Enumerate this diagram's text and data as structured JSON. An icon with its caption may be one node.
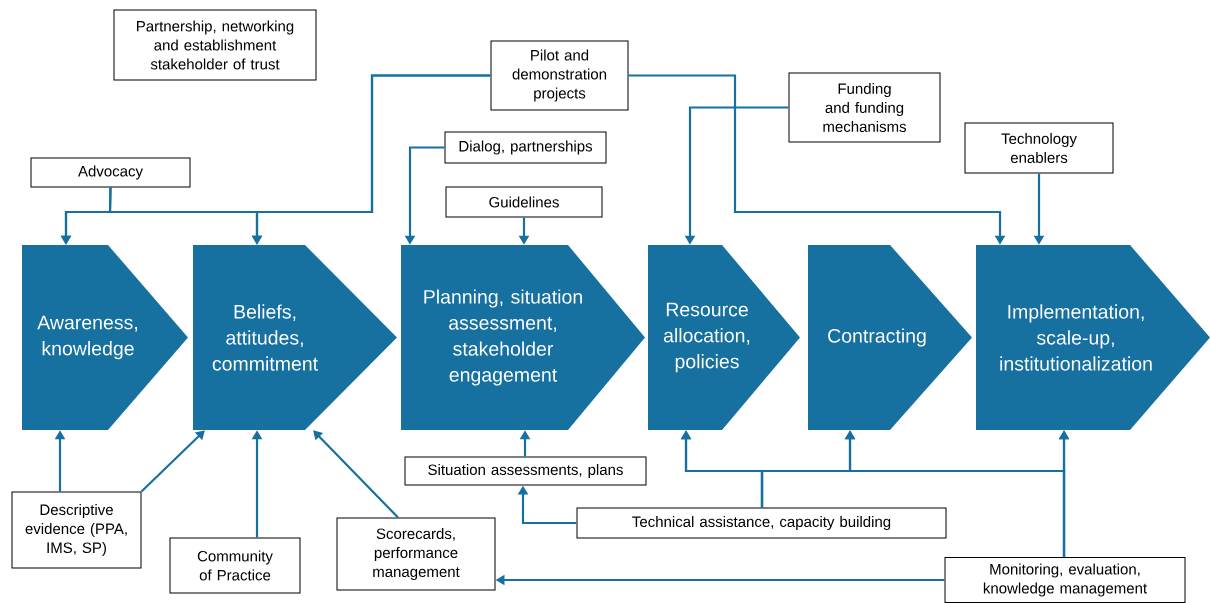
{
  "diagram": {
    "nodes": [
      {
        "text": [
          "Partnership, networking and establishment stakeholder of trust"
        ]
      },
      {
        "text": [
          "Pilot and demonstration projects"
        ]
      },
      {
        "text": [
          "Funding and funding mechanisms"
        ]
      },
      {
        "text": [
          "Dialog, partnerships"
        ]
      },
      {
        "text": [
          "Advocacy"
        ]
      },
      {
        "text": [
          "Technology enablers"
        ]
      },
      {
        "text": [
          "Guidelines"
        ]
      },
      {
        "text": [
          "Awareness, knowledge"
        ]
      },
      {
        "text": [
          "Beliefs, attitudes, commitment"
        ]
      },
      {
        "text": [
          "Planning, situation assessment, stakeholder engagement"
        ]
      },
      {
        "text": [
          "Resource allocation, policies"
        ]
      },
      {
        "text": [
          "Contracting"
        ]
      },
      {
        "text": [
          "Implementation, scale-up, institutionalization"
        ]
      },
      {
        "text": [
          "Situation assessments, plans"
        ]
      },
      {
        "text": [
          "Descriptive evidence (PPA, IMS, SP)"
        ]
      },
      {
        "text": [
          "Technical assistance, capacity building"
        ]
      },
      {
        "text": [
          "Scorecards, performance management"
        ]
      },
      {
        "text": [
          "Community of Practice"
        ]
      },
      {
        "text": [
          "Monitoring, evaluation, knowledge management"
        ]
      }
    ],
    "edges": [
      {
        "from": 4,
        "to": 7,
        "arrow": "to"
      },
      {
        "from": 4,
        "to": 8,
        "arrow": "to"
      },
      {
        "from": 1,
        "to": 7,
        "arrow": "to"
      },
      {
        "from": 1,
        "to": 8,
        "arrow": "to"
      },
      {
        "from": 1,
        "to": 12,
        "arrow": "to"
      },
      {
        "from": 2,
        "to": 10,
        "arrow": "to"
      },
      {
        "from": 3,
        "to": 9,
        "arrow": "to"
      },
      {
        "from": 6,
        "to": 9,
        "arrow": "to"
      },
      {
        "from": 5,
        "to": 12,
        "arrow": "to"
      },
      {
        "from": 13,
        "to": 9,
        "arrow": "to"
      },
      {
        "from": 14,
        "to": 7,
        "arrow": "to"
      },
      {
        "from": 14,
        "to": 8,
        "arrow": "to"
      },
      {
        "from": 17,
        "to": 8,
        "arrow": "to"
      },
      {
        "from": 16,
        "to": 8,
        "arrow": "to"
      },
      {
        "from": 15,
        "to": 13,
        "arrow": "to"
      },
      {
        "from": 15,
        "to": 10,
        "arrow": "to"
      },
      {
        "from": 15,
        "to": 11,
        "arrow": "to"
      },
      {
        "from": 15,
        "to": 12,
        "arrow": "to"
      },
      {
        "from": 18,
        "to": 10,
        "arrow": "to"
      },
      {
        "from": 18,
        "to": 11,
        "arrow": "to"
      },
      {
        "from": 18,
        "to": 12,
        "arrow": "to"
      },
      {
        "from": 18,
        "to": 16,
        "arrow": "to"
      }
    ]
  }
}
